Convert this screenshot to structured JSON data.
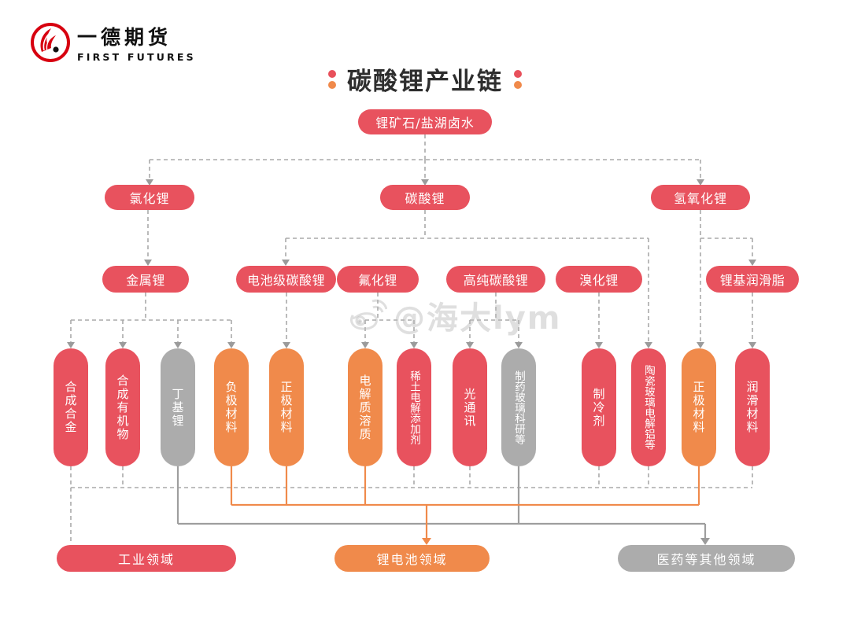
{
  "brand": {
    "name_cn": "一德期货",
    "name_en": "FIRST FUTURES"
  },
  "title": "碳酸锂产业链",
  "watermark": "@海大lym",
  "colors": {
    "node_red": "#E8525E",
    "node_orange": "#F08A4B",
    "node_gray": "#ACACAC",
    "dashed_line": "#AAAAAA",
    "solid_gray_line": "#9E9E9E",
    "solid_orange_line": "#F08A4B",
    "logo_red": "#D7000F",
    "title_text": "#2E2E2E"
  },
  "root": {
    "label": "锂矿石/盐湖卤水"
  },
  "level2": [
    {
      "label": "氯化锂"
    },
    {
      "label": "碳酸锂"
    },
    {
      "label": "氢氧化锂"
    }
  ],
  "level3": [
    {
      "label": "金属锂"
    },
    {
      "label": "电池级碳酸锂"
    },
    {
      "label": "氟化锂"
    },
    {
      "label": "高纯碳酸锂"
    },
    {
      "label": "溴化锂"
    },
    {
      "label": "锂基润滑脂"
    }
  ],
  "level4": [
    {
      "label": "合成合金",
      "color": "red"
    },
    {
      "label": "合成有机物",
      "color": "red"
    },
    {
      "label": "丁基锂",
      "color": "gray"
    },
    {
      "label": "负极材料",
      "color": "orange"
    },
    {
      "label": "正极材料",
      "color": "orange"
    },
    {
      "label": "电解质溶质",
      "color": "orange"
    },
    {
      "label": "稀土电解添加剂",
      "color": "red"
    },
    {
      "label": "光通讯",
      "color": "red"
    },
    {
      "label": "制药玻璃科研等",
      "color": "gray"
    },
    {
      "label": "制冷剂",
      "color": "red"
    },
    {
      "label": "陶瓷玻璃电解铝等",
      "color": "red"
    },
    {
      "label": "正极材料",
      "color": "orange"
    },
    {
      "label": "润滑材料",
      "color": "red"
    }
  ],
  "bottom": [
    {
      "label": "工业领域",
      "color": "red"
    },
    {
      "label": "锂电池领域",
      "color": "orange"
    },
    {
      "label": "医药等其他领域",
      "color": "gray"
    }
  ]
}
